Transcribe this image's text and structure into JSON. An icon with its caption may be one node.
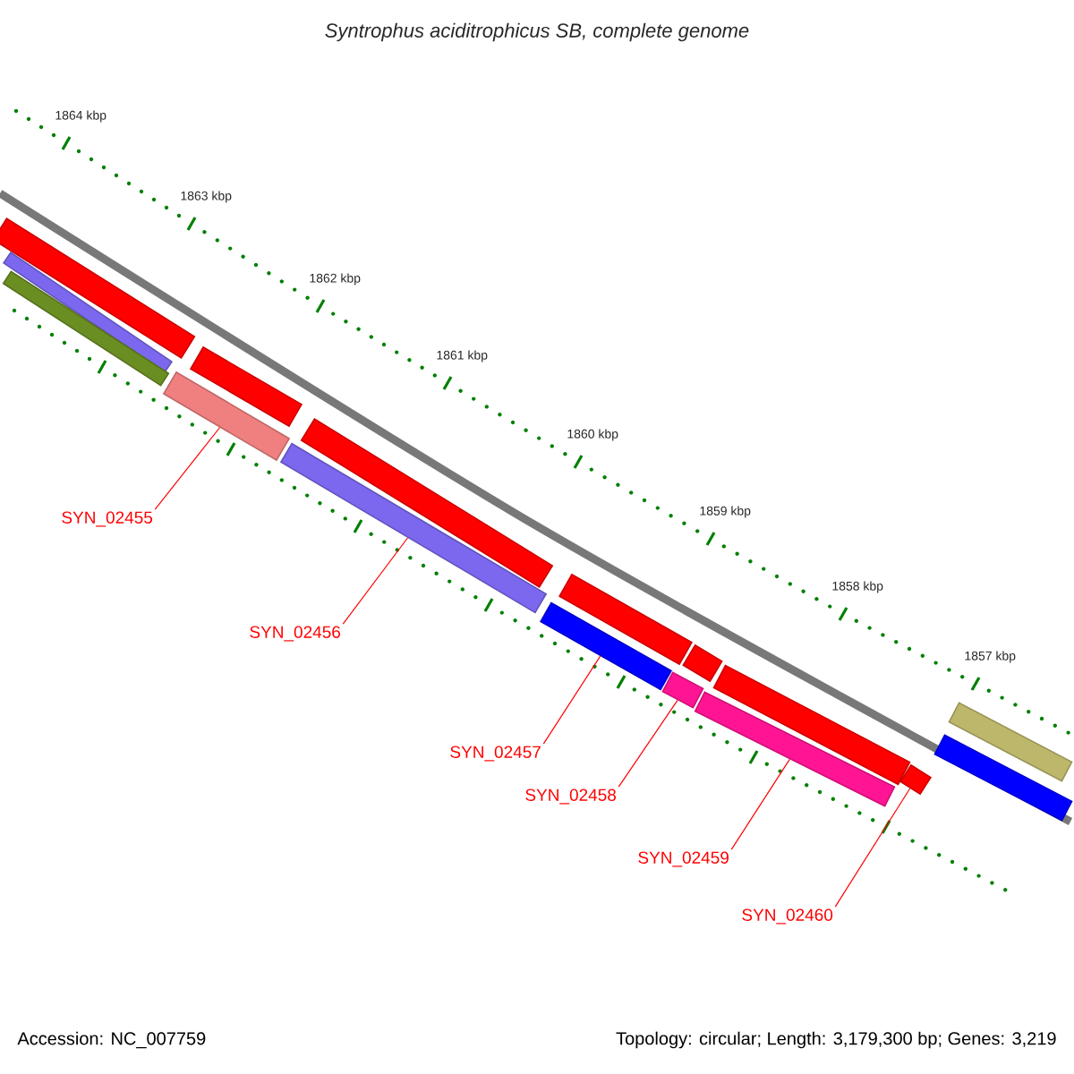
{
  "diagram": {
    "title": "Syntrophus aciditrophicus SB, complete genome",
    "nodes": [
      {
        "text": [
          "SYN_02455"
        ]
      },
      {
        "text": [
          "SYN_02456"
        ]
      },
      {
        "text": [
          "SYN_02457"
        ]
      },
      {
        "text": [
          "SYN_02458"
        ]
      },
      {
        "text": [
          "SYN_02459"
        ]
      },
      {
        "text": [
          "SYN_02460"
        ]
      },
      {
        "text": [],
        "shape": "bar"
      },
      {
        "text": [],
        "shape": "bar"
      },
      {
        "text": [],
        "shape": "bar"
      },
      {
        "text": [],
        "shape": "bar"
      },
      {
        "text": [],
        "shape": "bar"
      },
      {
        "text": [],
        "shape": "bar"
      }
    ],
    "edges": [
      {
        "from": 0,
        "to": 6,
        "arrow": "none"
      },
      {
        "from": 1,
        "to": 7,
        "arrow": "none"
      },
      {
        "from": 2,
        "to": 8,
        "arrow": "none"
      },
      {
        "from": 3,
        "to": 9,
        "arrow": "none"
      },
      {
        "from": 4,
        "to": 10,
        "arrow": "none"
      },
      {
        "from": 5,
        "to": 11,
        "arrow": "none"
      }
    ],
    "labels": [
      "1864 kbp",
      "1863 kbp",
      "1862 kbp",
      "1861 kbp",
      "1860 kbp",
      "1859 kbp",
      "1858 kbp",
      "1857 kbp",
      "Accession: NC_007759",
      "Topology: circular; Length: 3,179,300 bp; Genes: 3,219"
    ]
  }
}
